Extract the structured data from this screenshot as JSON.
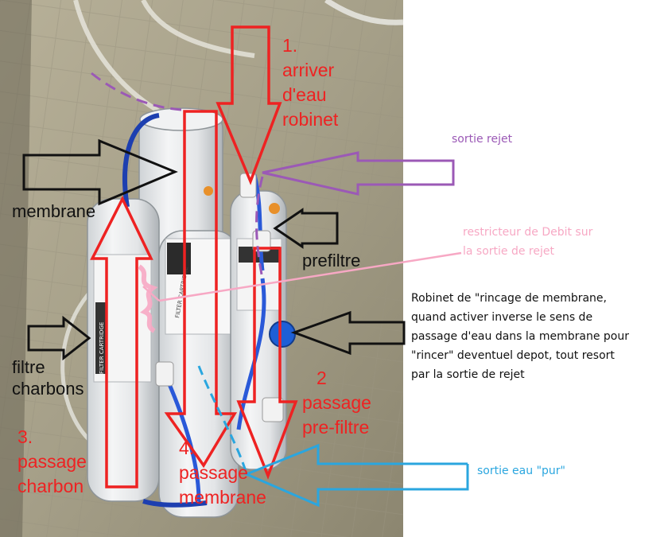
{
  "colors": {
    "red": "#ee2222",
    "black": "#111111",
    "purple": "#9b59b6",
    "pink": "#f7a8c4",
    "blue": "#2aa6df"
  },
  "labels": {
    "step1": [
      "1.",
      "arriver",
      "d'eau",
      "robinet"
    ],
    "step2": [
      "2",
      "passage",
      "pre-filtre"
    ],
    "step3": [
      "3.",
      "passage",
      "charbon"
    ],
    "step4": [
      "4.",
      "passage",
      "membrane"
    ],
    "membrane": "membrane",
    "prefiltre": "prefiltre",
    "filtre_charbons": [
      "filtre",
      "charbons"
    ],
    "sortie_rejet": "sortie rejet",
    "restricteur": [
      "restricteur de Debit sur",
      "la sortie de rejet"
    ],
    "robinet_rincage": [
      "Robinet de \"rincage de membrane,",
      "quand activer inverse le sens de",
      "passage d'eau dans la membrane pour",
      "\"rincer\" deventuel depot, tout resort",
      "par la sortie de rejet"
    ],
    "sortie_pur": "sortie eau \"pur\""
  },
  "photo": {
    "title": "Osmoseur 4 étages",
    "cartridge_label": "FILTER CARTRIDGE"
  }
}
